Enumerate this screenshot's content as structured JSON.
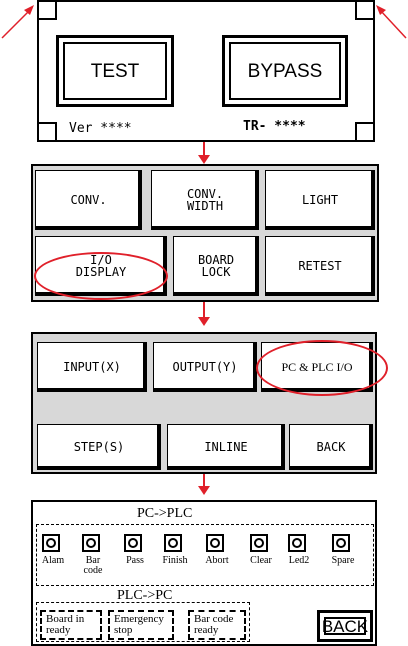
{
  "screen1": {
    "test_label": "TEST",
    "bypass_label": "BYPASS",
    "version_text": "Ver ****",
    "tr_text": "TR- ****"
  },
  "screen2": {
    "conv_label": "CONV.",
    "conv_width_label": "CONV.\nWIDTH",
    "light_label": "LIGHT",
    "io_display_label": "I/O\nDISPLAY",
    "board_lock_label": "BOARD\nLOCK",
    "retest_label": "RETEST"
  },
  "screen3": {
    "input_label": "INPUT(X)",
    "output_label": "OUTPUT(Y)",
    "pc_plc_io_label": "PC & PLC I/O",
    "step_label": "STEP(S)",
    "inline_label": "INLINE",
    "back_label": "BACK"
  },
  "screen4": {
    "pc_plc_title": "PC->PLC",
    "plc_pc_title": "PLC->PC",
    "lamps": [
      {
        "label": "Alam"
      },
      {
        "label": "Bar\ncode"
      },
      {
        "label": "Pass"
      },
      {
        "label": "Finish"
      },
      {
        "label": "Abort"
      },
      {
        "label": "Clear"
      },
      {
        "label": "Led2"
      },
      {
        "label": "Spare"
      }
    ],
    "signals": [
      {
        "label": "Board in\nready"
      },
      {
        "label": "Emergency\nstop"
      },
      {
        "label": "Bar code\nready"
      }
    ],
    "back_label": "BACK"
  },
  "colors": {
    "annotation": "#e0202a",
    "ink": "#000000",
    "background": "#ffffff"
  }
}
